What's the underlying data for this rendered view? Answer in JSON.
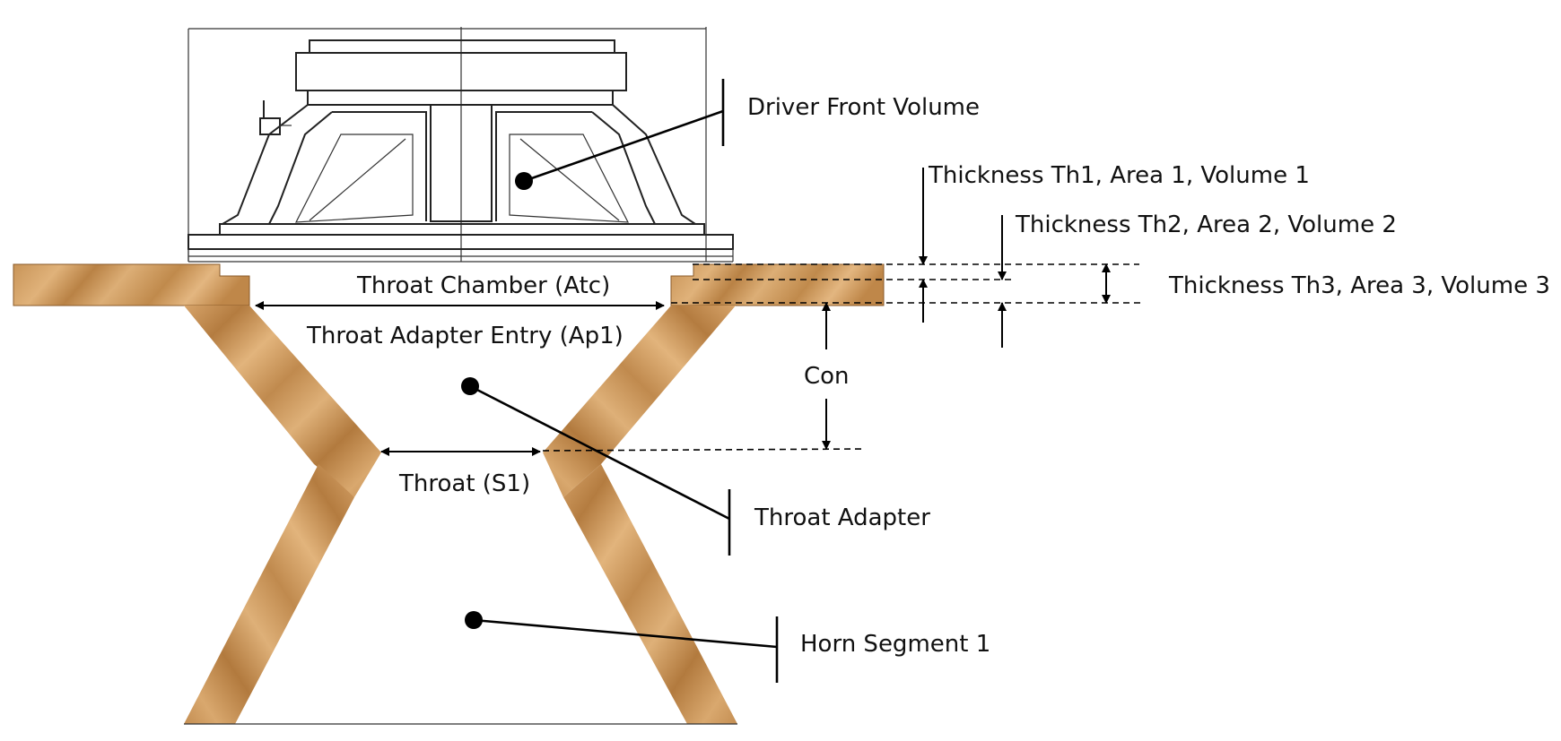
{
  "labels": {
    "driver_front_volume": "Driver Front Volume",
    "th1": "Thickness Th1, Area 1, Volume 1",
    "th2": "Thickness Th2, Area 2, Volume 2",
    "th3": "Thickness Th3, Area 3, Volume 3",
    "throat_chamber": "Throat Chamber (Atc)",
    "throat_adapter_entry": "Throat Adapter Entry (Ap1)",
    "con": "Con",
    "throat": "Throat (S1)",
    "throat_adapter": "Throat Adapter",
    "horn_segment": "Horn Segment 1"
  },
  "colors": {
    "wood_light": "#d9a66a",
    "wood_dark": "#b07a3e",
    "line": "#000000",
    "drawing": "#333333"
  }
}
